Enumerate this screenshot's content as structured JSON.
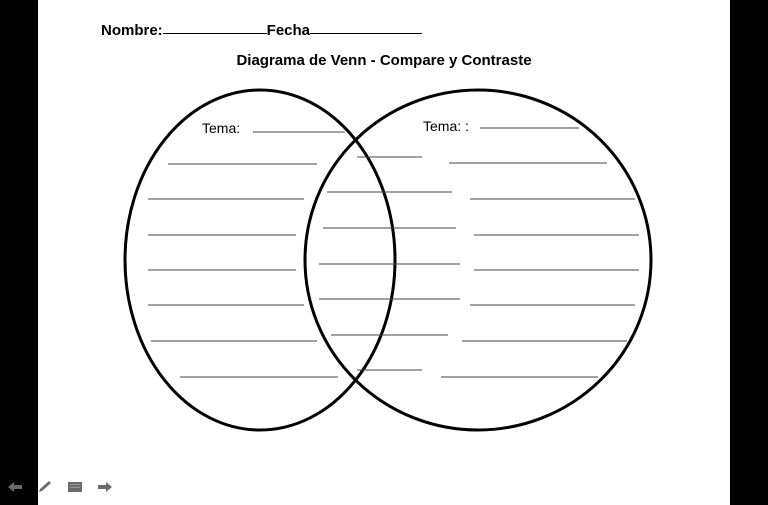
{
  "header": {
    "name_label": "Nombre:",
    "date_label": "Fecha"
  },
  "diagram": {
    "title": "Diagrama de Venn - Compare y Contraste",
    "left_topic_label": "Tema:",
    "right_topic_label": "Tema: :"
  },
  "viewer": {
    "nav_icons": [
      "previous-icon",
      "pen-icon",
      "menu-icon",
      "next-icon"
    ]
  }
}
